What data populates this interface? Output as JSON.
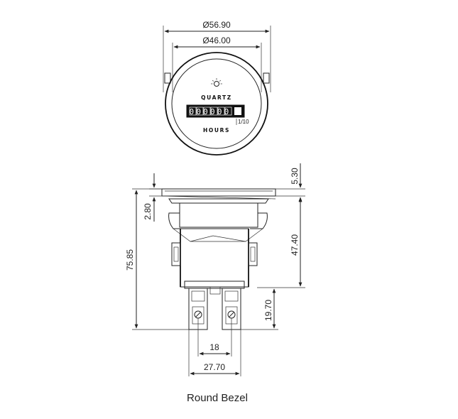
{
  "front_view": {
    "outer_diameter": "Ø56.90",
    "inner_diameter": "Ø46.00",
    "face_brand": "QUARTZ",
    "face_unit": "HOURS",
    "face_resolution": "1/10",
    "counter_digits": "000000"
  },
  "side_view": {
    "dim_bezel_thickness": "5.30",
    "dim_flange": "2.80",
    "dim_body_depth": "47.40",
    "dim_total_length": "75.85",
    "dim_terminal_length": "19.70",
    "dim_terminal_spacing": "18",
    "dim_terminal_width": "27.70"
  },
  "caption": "Round Bezel"
}
